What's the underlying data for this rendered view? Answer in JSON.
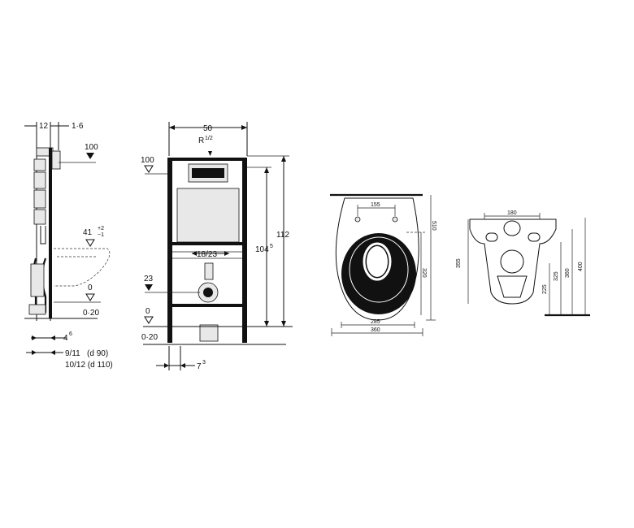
{
  "side_view": {
    "dim_top_left": "12",
    "dim_top_right": "1·6",
    "dim_height_button": "100",
    "dim_height_mid": "41",
    "dim_height_mid_tol_plus": "+2",
    "dim_height_mid_tol_minus": "−1",
    "dim_level_zero": "0",
    "dim_level_floor": "0·20",
    "dim_bottom_small": "4",
    "dim_bottom_small_sup": "6",
    "dim_pipe_line1": "9/11   (d 90)",
    "dim_pipe_line2": "10/12 (d 110)"
  },
  "front_view": {
    "dim_width": "50",
    "dim_water_inlet": "R",
    "dim_water_inlet_frac": "1/2",
    "dim_level_100": "100",
    "dim_total_height": "112",
    "dim_inner_height": "104",
    "dim_inner_height_sup": "5",
    "dim_drain_range": "18/23",
    "dim_level_23": "23",
    "dim_level_zero": "0",
    "dim_level_floor": "0·20",
    "dim_bottom_offset": "7",
    "dim_bottom_offset_sup": "3"
  },
  "bowl_top_view": {
    "dim_bolt_spacing": "155",
    "dim_length_total": "510",
    "dim_length_inner": "320",
    "dim_width_inner": "285",
    "dim_width_total": "360"
  },
  "bowl_back_view": {
    "dim_width": "180",
    "dim_height_left": "355",
    "dim_h1": "225",
    "dim_h2": "325",
    "dim_h3": "360",
    "dim_h4": "400"
  }
}
